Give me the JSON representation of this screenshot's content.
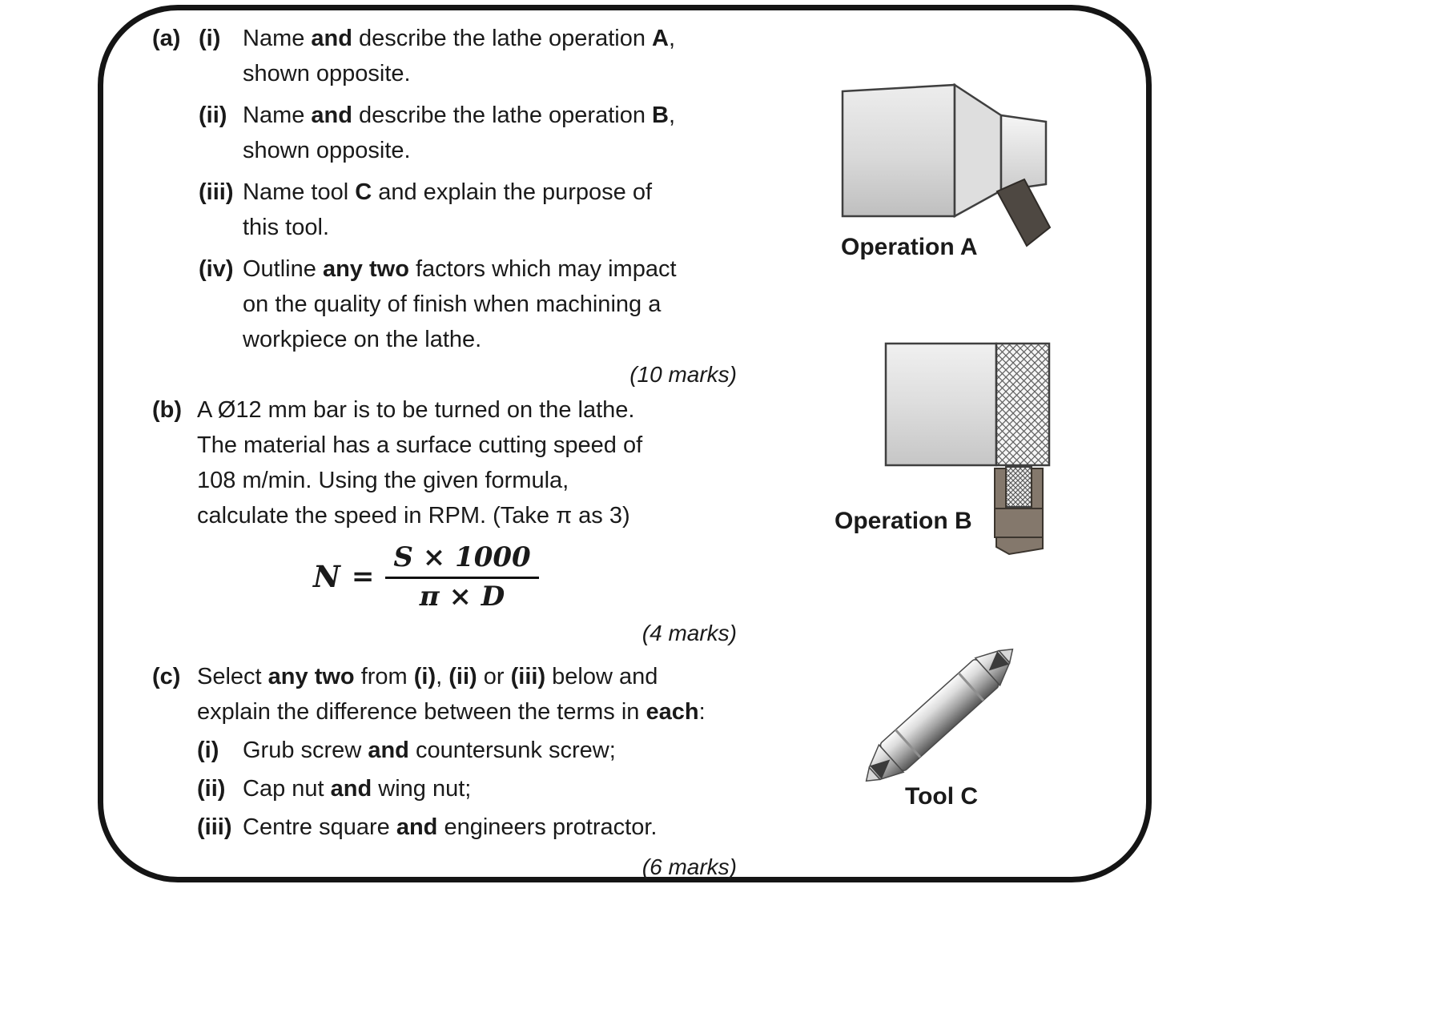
{
  "colors": {
    "ink": "#1a1a1a",
    "border": "#151515",
    "workpiece_fill": "#d9d9d9",
    "tool_dark": "#4e4842",
    "holder_brown": "#84786c"
  },
  "a": {
    "label": "(a)",
    "items": [
      {
        "label": "(i)",
        "lines": [
          [
            {
              "t": "Name "
            },
            {
              "t": "and",
              "b": true
            },
            {
              "t": " describe the lathe operation "
            },
            {
              "t": "A",
              "b": true
            },
            {
              "t": ","
            }
          ],
          [
            {
              "t": "shown opposite."
            }
          ]
        ]
      },
      {
        "label": "(ii)",
        "lines": [
          [
            {
              "t": "Name "
            },
            {
              "t": "and",
              "b": true
            },
            {
              "t": " describe the lathe operation "
            },
            {
              "t": "B",
              "b": true
            },
            {
              "t": ","
            }
          ],
          [
            {
              "t": "shown opposite."
            }
          ]
        ]
      },
      {
        "label": "(iii)",
        "lines": [
          [
            {
              "t": "Name tool "
            },
            {
              "t": "C",
              "b": true
            },
            {
              "t": " and explain the purpose of"
            }
          ],
          [
            {
              "t": "this tool."
            }
          ]
        ]
      },
      {
        "label": "(iv)",
        "lines": [
          [
            {
              "t": "Outline "
            },
            {
              "t": "any two",
              "b": true
            },
            {
              "t": " factors which may impact"
            }
          ],
          [
            {
              "t": "on the quality of finish when machining a"
            }
          ],
          [
            {
              "t": "workpiece on the lathe."
            }
          ]
        ]
      }
    ],
    "marks": "(10 marks)"
  },
  "b": {
    "label": "(b)",
    "lines": [
      [
        {
          "t": "A Ø12 mm bar is to be turned on the lathe."
        }
      ],
      [
        {
          "t": "The material has a surface cutting speed of"
        }
      ],
      [
        {
          "t": "108 m/min. Using the given formula,"
        }
      ],
      [
        {
          "t": "calculate the speed in RPM. (Take π as 3)"
        }
      ]
    ],
    "formula": {
      "lhs": "N",
      "eq": "=",
      "num": "S × 1000",
      "den": "π × D"
    },
    "marks": "(4 marks)"
  },
  "c": {
    "label": "(c)",
    "lines": [
      [
        {
          "t": "Select "
        },
        {
          "t": "any two",
          "b": true
        },
        {
          "t": " from "
        },
        {
          "t": "(i)",
          "b": true
        },
        {
          "t": ", "
        },
        {
          "t": "(ii)",
          "b": true
        },
        {
          "t": " or "
        },
        {
          "t": "(iii)",
          "b": true
        },
        {
          "t": " below and"
        }
      ],
      [
        {
          "t": "explain the difference between the terms in "
        },
        {
          "t": "each",
          "b": true
        },
        {
          "t": ":"
        }
      ]
    ],
    "items": [
      {
        "label": "(i)",
        "lines": [
          [
            {
              "t": "Grub screw "
            },
            {
              "t": "and",
              "b": true
            },
            {
              "t": " countersunk screw;"
            }
          ]
        ]
      },
      {
        "label": "(ii)",
        "lines": [
          [
            {
              "t": "Cap nut "
            },
            {
              "t": "and",
              "b": true
            },
            {
              "t": " wing nut;"
            }
          ]
        ]
      },
      {
        "label": "(iii)",
        "lines": [
          [
            {
              "t": "Centre square "
            },
            {
              "t": "and",
              "b": true
            },
            {
              "t": " engineers protractor."
            }
          ]
        ]
      }
    ],
    "marks": "(6 marks)"
  },
  "figures": {
    "op_a": {
      "label": "Operation A"
    },
    "op_b": {
      "label": "Operation B"
    },
    "tool_c": {
      "label": "Tool C"
    }
  }
}
